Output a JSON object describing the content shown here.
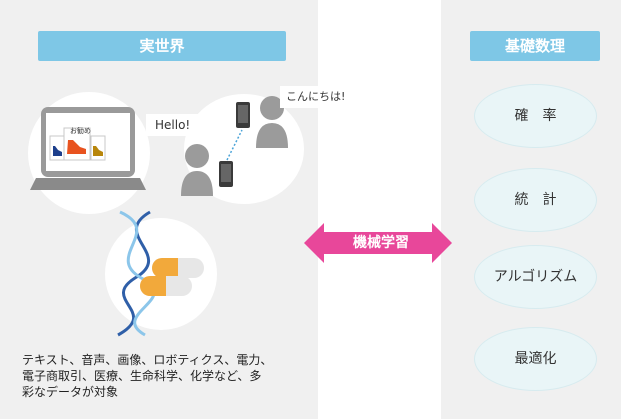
{
  "real_world": {
    "title": "実世界",
    "laptop_label": "お勧め",
    "bubble_hello": "Hello!",
    "bubble_konnichiwa": "こんにちは!",
    "caption_lines": [
      "テキスト、音声、画像、ロボティクス、電力、",
      "電子商取引、医療、生命科学、化学など、多",
      "彩なデータが対象"
    ]
  },
  "center": {
    "arrow_label": "機械学習"
  },
  "basics": {
    "title": "基礎数理",
    "items": [
      "確　率",
      "統　計",
      "アルゴリズム",
      "最適化"
    ]
  },
  "colors": {
    "header_blue": "#7ec7e6",
    "arrow_pink": "#e8479a",
    "oval_fill": "#e9f5f7",
    "panel_gray": "#f0f0f0",
    "capsule_orange": "#f2a93b"
  },
  "icons": [
    "laptop-icon",
    "shoe-icon",
    "smartphone-icon",
    "person-icon",
    "dna-icon",
    "capsule-icon"
  ]
}
